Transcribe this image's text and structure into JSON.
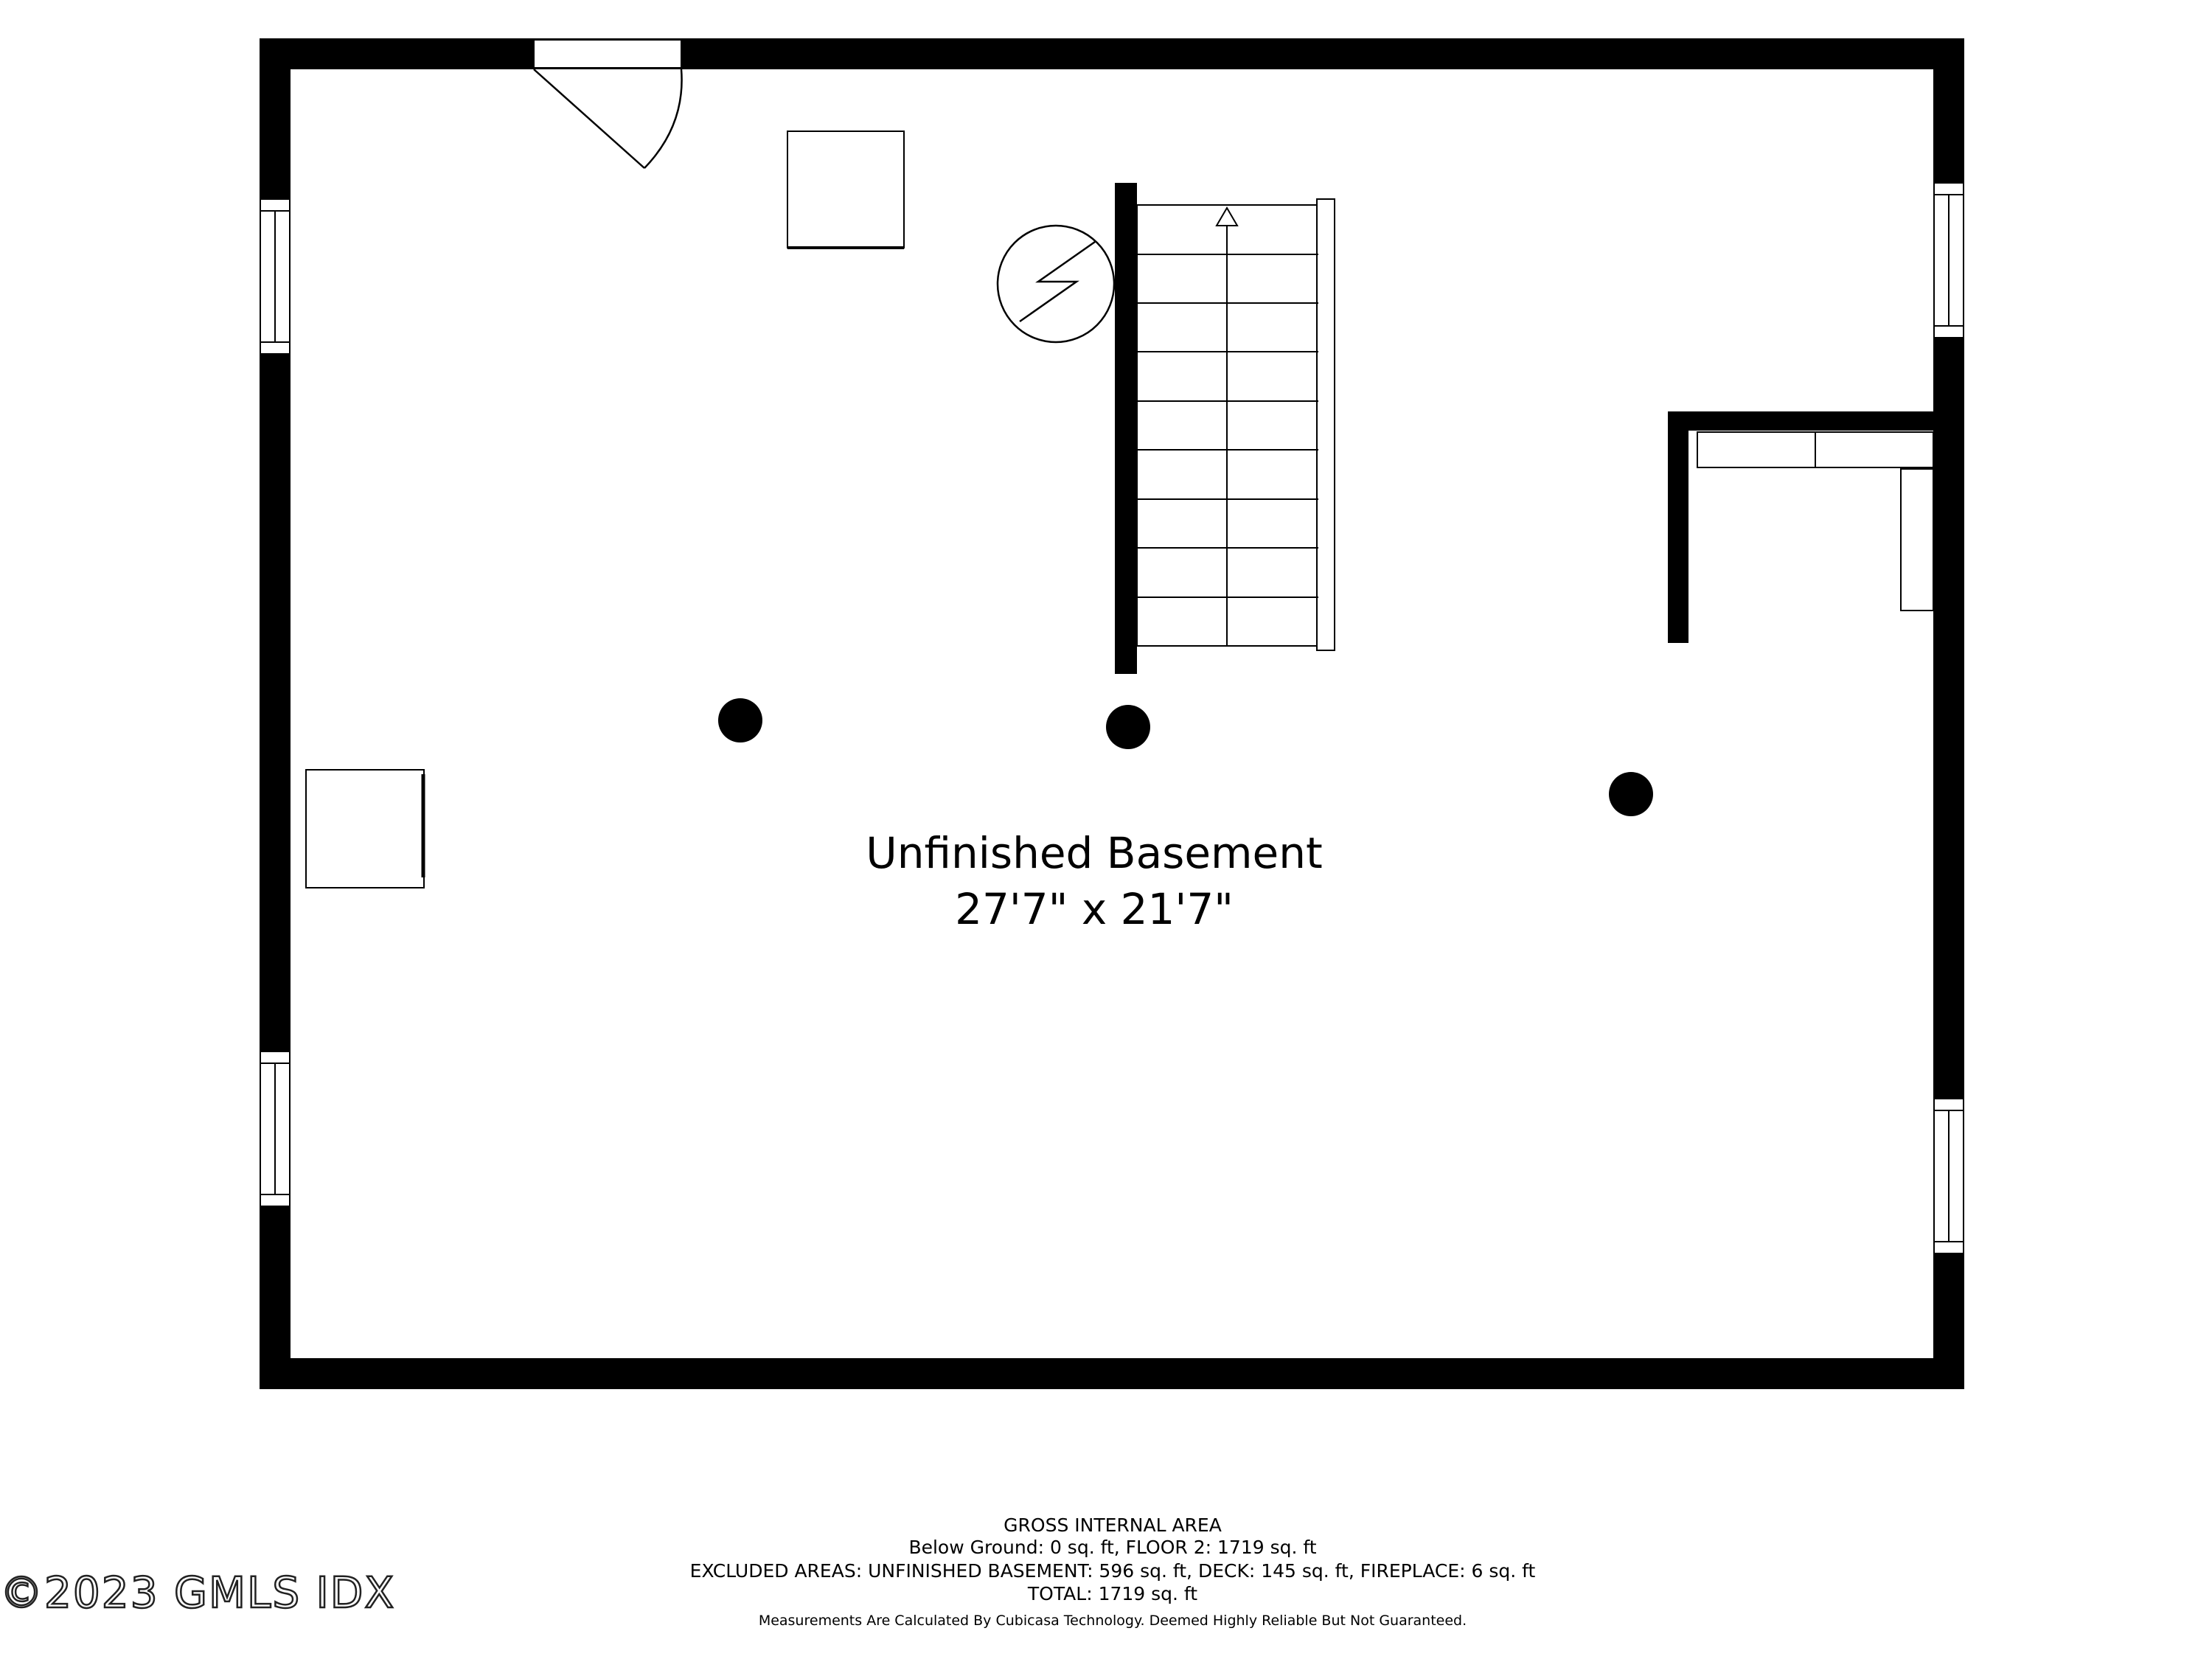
{
  "room": {
    "name": "Unfinished Basement",
    "dimensions": "27'7\" x 21'7\""
  },
  "area_summary": {
    "heading": "GROSS INTERNAL AREA",
    "line_below_ground": "Below Ground: 0 sq. ft, FLOOR 2: 1719 sq. ft",
    "line_excluded": "EXCLUDED AREAS: UNFINISHED BASEMENT: 596 sq. ft, DECK: 145 sq. ft, FIREPLACE: 6 sq. ft",
    "line_total": "TOTAL: 1719 sq. ft",
    "disclaimer": "Measurements Are Calculated By Cubicasa Technology. Deemed Highly Reliable But Not Guaranteed."
  },
  "watermark": {
    "text": "©2023 GMLS IDX"
  },
  "colors": {
    "wall": "#000000",
    "background": "#ffffff",
    "line": "#000000"
  }
}
